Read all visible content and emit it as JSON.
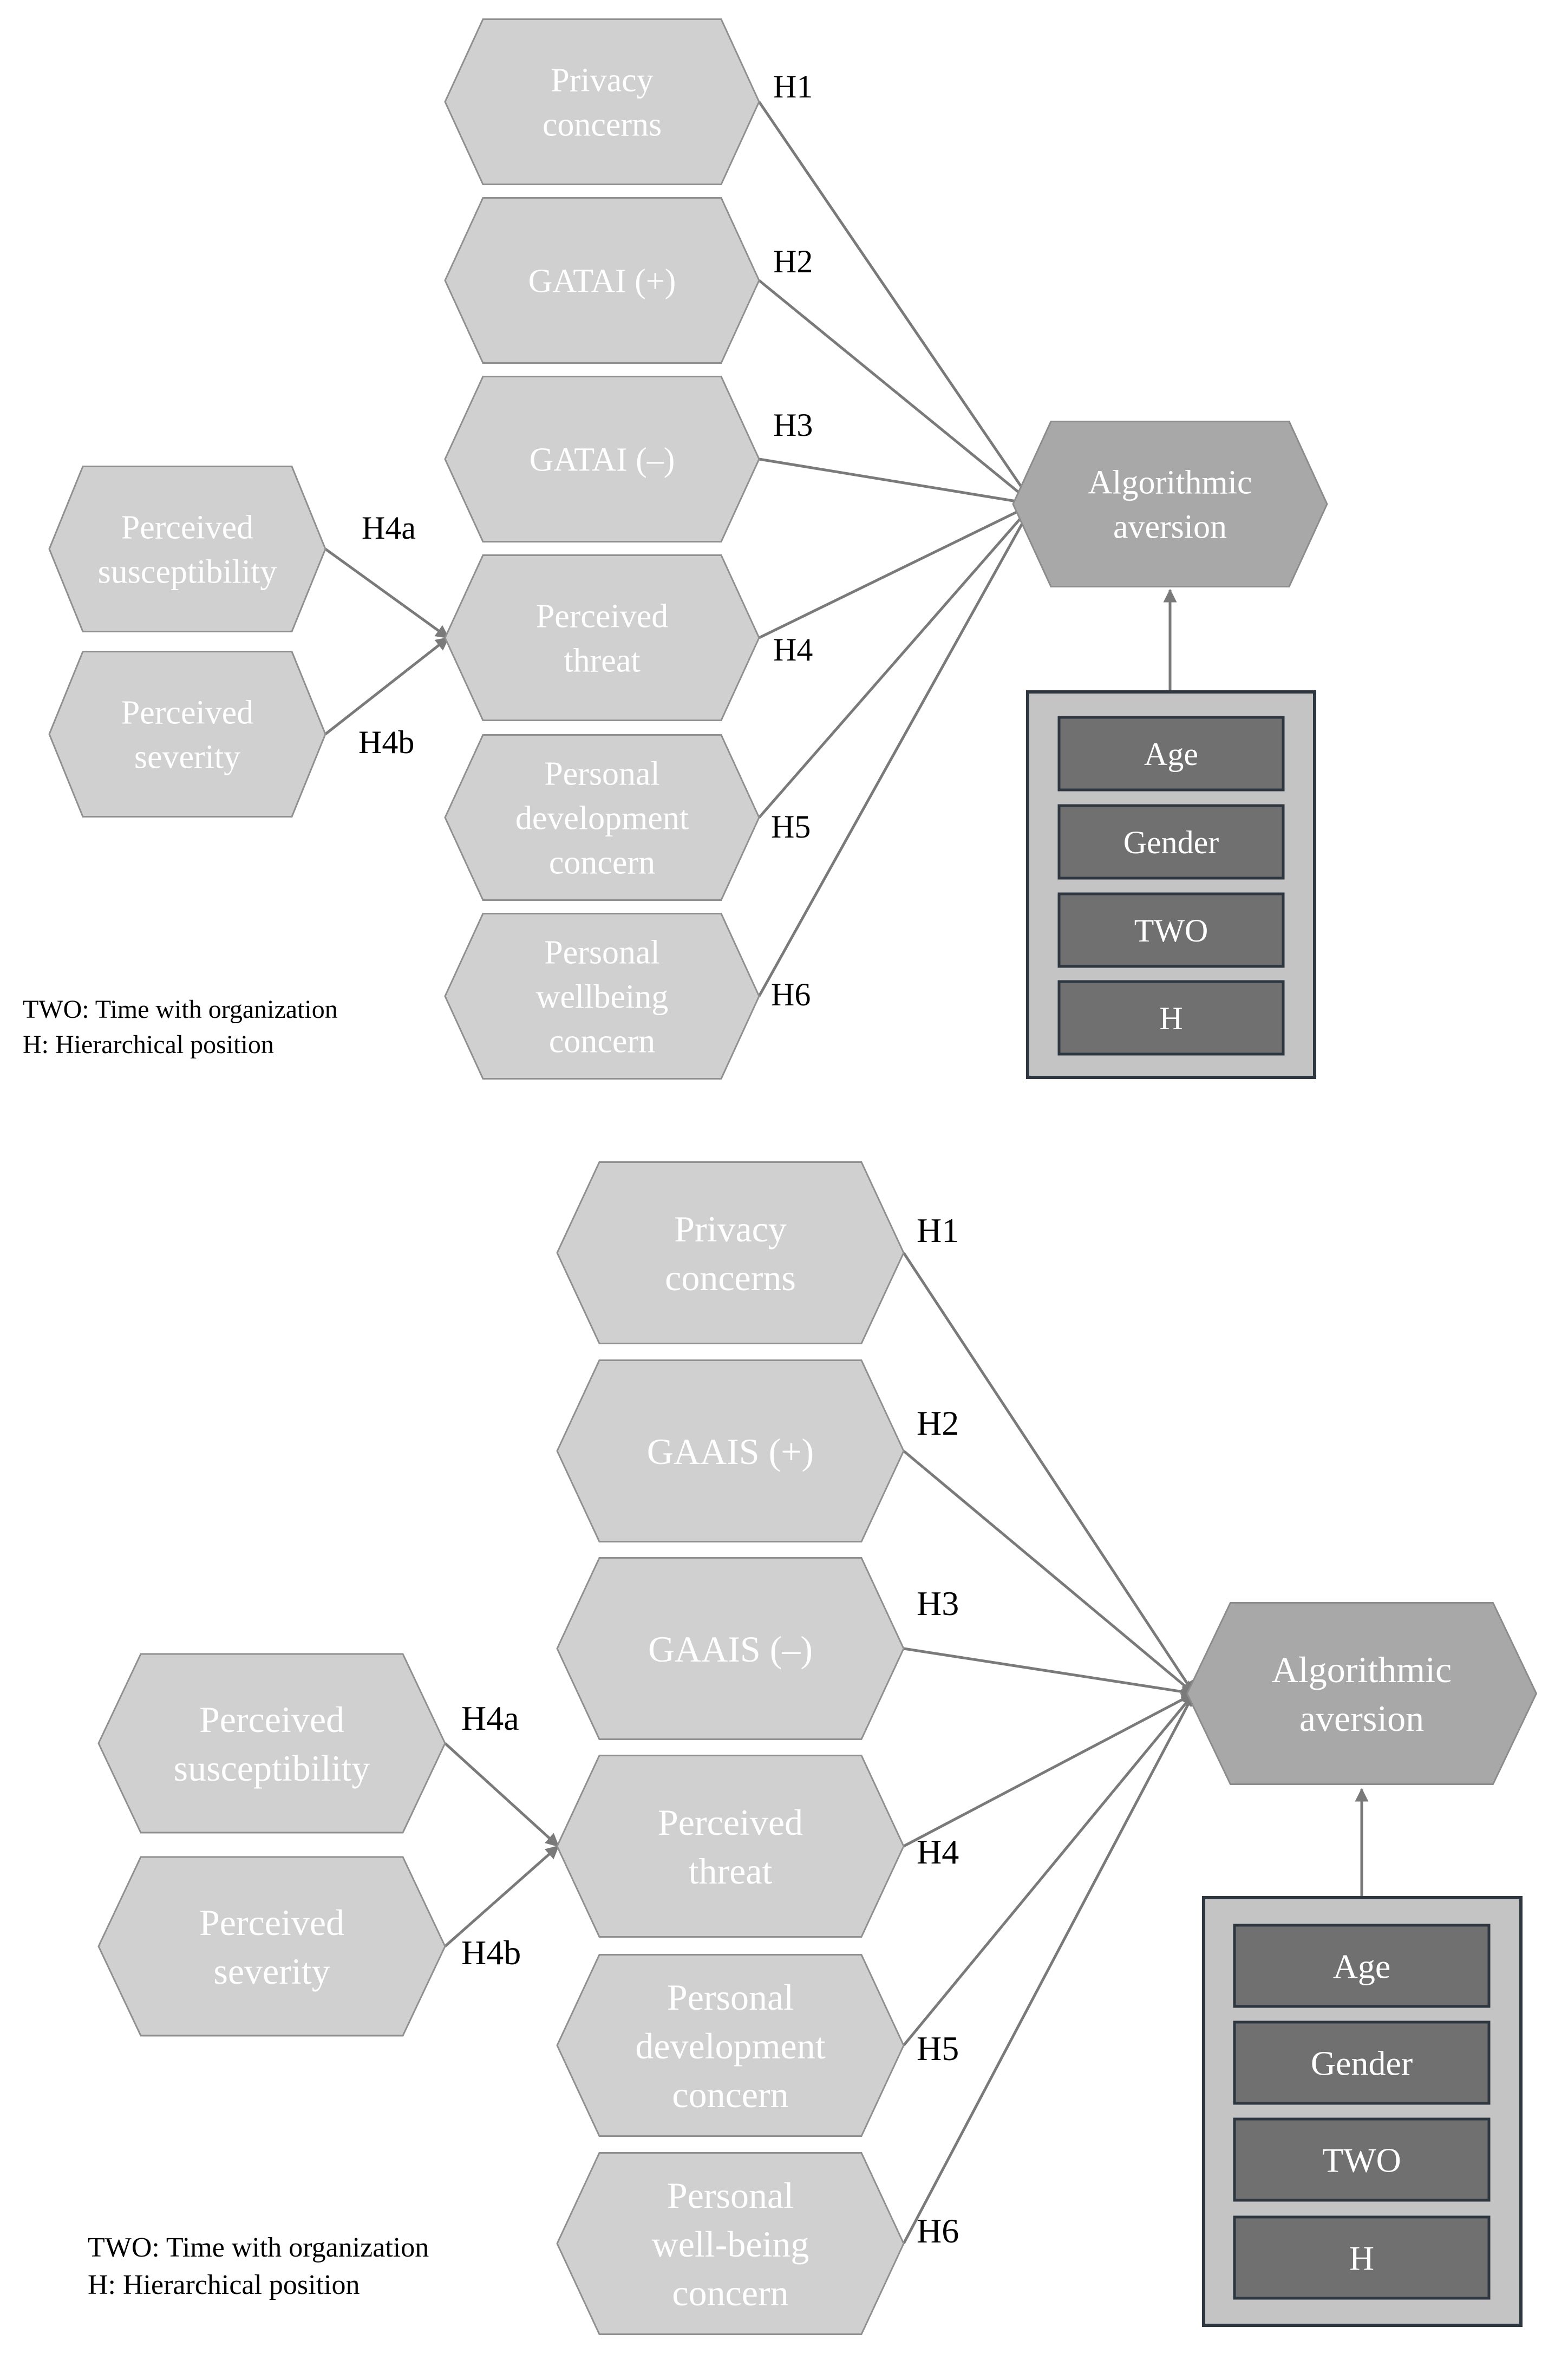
{
  "diagrams": [
    {
      "constructs": {
        "privacy": [
          "Privacy",
          "concerns"
        ],
        "pos": [
          "GATAI (+)"
        ],
        "neg": [
          "GATAI (–)"
        ],
        "threat": [
          "Perceived",
          "threat"
        ],
        "development": [
          "Personal",
          "development",
          "concern"
        ],
        "wellbeing": [
          "Personal",
          "wellbeing",
          "concern"
        ],
        "susceptibility": [
          "Perceived",
          "susceptibility"
        ],
        "severity": [
          "Perceived",
          "severity"
        ],
        "outcome": [
          "Algorithmic",
          "aversion"
        ]
      },
      "hypotheses": [
        "H1",
        "H2",
        "H3",
        "H4",
        "H5",
        "H6",
        "H4a",
        "H4b"
      ],
      "controls": [
        "Age",
        "Gender",
        "TWO",
        "H"
      ],
      "notes": [
        "TWO: Time with organization",
        "H: Hierarchical position"
      ]
    },
    {
      "constructs": {
        "privacy": [
          "Privacy",
          "concerns"
        ],
        "pos": [
          "GAAIS (+)"
        ],
        "neg": [
          "GAAIS (–)"
        ],
        "threat": [
          "Perceived",
          "threat"
        ],
        "development": [
          "Personal",
          "development",
          "concern"
        ],
        "wellbeing": [
          "Personal",
          "well-being",
          "concern"
        ],
        "susceptibility": [
          "Perceived",
          "susceptibility"
        ],
        "severity": [
          "Perceived",
          "severity"
        ],
        "outcome": [
          "Algorithmic",
          "aversion"
        ]
      },
      "hypotheses": [
        "H1",
        "H2",
        "H3",
        "H4",
        "H5",
        "H6",
        "H4a",
        "H4b"
      ],
      "controls": [
        "Age",
        "Gender",
        "TWO",
        "H"
      ],
      "notes": [
        "TWO: Time with organization",
        "H: Hierarchical position"
      ]
    }
  ]
}
